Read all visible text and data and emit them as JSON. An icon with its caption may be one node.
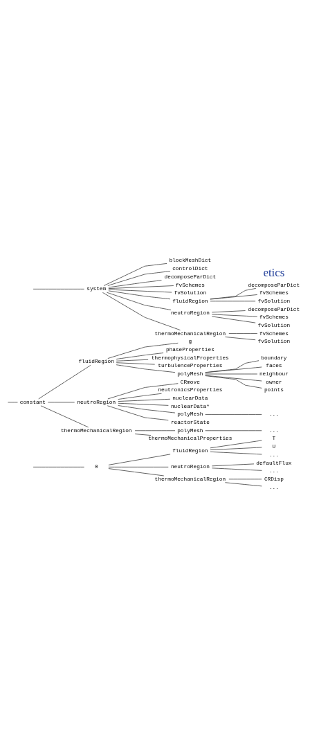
{
  "diagram": {
    "nodes": [
      {
        "text": [
          "0"
        ]
      },
      {
        "text": [
          "fluidRegion"
        ]
      },
      {
        "text": [
          "T"
        ]
      },
      {
        "text": [
          "U"
        ]
      },
      {
        "text": [
          "..."
        ]
      },
      {
        "text": [
          "neutroRegion"
        ]
      },
      {
        "text": [
          "defaultFlux"
        ]
      },
      {
        "text": [
          "..."
        ]
      },
      {
        "text": [
          "thermoMechanicalRegion"
        ]
      },
      {
        "text": [
          "CRDisp"
        ]
      },
      {
        "text": [
          "..."
        ]
      },
      {
        "text": [
          "constant"
        ]
      },
      {
        "text": [
          "fluidRegion"
        ]
      },
      {
        "text": [
          "g"
        ]
      },
      {
        "text": [
          "phaseProperties"
        ]
      },
      {
        "text": [
          "thermophysicalProperties"
        ]
      },
      {
        "text": [
          "turbulenceProperties"
        ]
      },
      {
        "text": [
          "polyMesh"
        ]
      },
      {
        "text": [
          "boundary"
        ]
      },
      {
        "text": [
          "faces"
        ]
      },
      {
        "text": [
          "neighbour"
        ]
      },
      {
        "text": [
          "owner"
        ]
      },
      {
        "text": [
          "points"
        ]
      },
      {
        "text": [
          "neutroRegion"
        ]
      },
      {
        "text": [
          "CRmove"
        ]
      },
      {
        "text": [
          "neutronicsProperties"
        ]
      },
      {
        "text": [
          "nuclearData"
        ]
      },
      {
        "text": [
          "nuclearData*"
        ]
      },
      {
        "text": [
          "polyMesh"
        ]
      },
      {
        "text": [
          "..."
        ]
      },
      {
        "text": [
          "reactorState"
        ]
      },
      {
        "text": [
          "thermoMechanicalRegion"
        ]
      },
      {
        "text": [
          "polyMesh"
        ]
      },
      {
        "text": [
          "..."
        ]
      },
      {
        "text": [
          "thermoMechanicalProperties"
        ]
      },
      {
        "text": [
          "system"
        ]
      },
      {
        "text": [
          "blockMeshDict"
        ]
      },
      {
        "text": [
          "controlDict"
        ]
      },
      {
        "text": [
          "decomposeParDict"
        ]
      },
      {
        "text": [
          "fvSchemes"
        ]
      },
      {
        "text": [
          "fvSolution"
        ]
      },
      {
        "text": [
          "fluidRegion"
        ]
      },
      {
        "text": [
          "decomposeParDict"
        ]
      },
      {
        "text": [
          "fvSchemes"
        ]
      },
      {
        "text": [
          "fvSolution"
        ]
      },
      {
        "text": [
          "neutroRegion"
        ]
      },
      {
        "text": [
          "decomposeParDict"
        ]
      },
      {
        "text": [
          "fvSchemes"
        ]
      },
      {
        "text": [
          "fvSolution"
        ]
      },
      {
        "text": [
          "thermoMechanicalRegion"
        ]
      },
      {
        "text": [
          "fvSchemes"
        ]
      },
      {
        "text": [
          "fvSolution"
        ]
      }
    ],
    "edges": [
      {
        "from": null,
        "to": 0,
        "arrow": "none"
      },
      {
        "from": 0,
        "to": 1,
        "arrow": "none"
      },
      {
        "from": 1,
        "to": 2,
        "arrow": "none"
      },
      {
        "from": 1,
        "to": 3,
        "arrow": "none"
      },
      {
        "from": 1,
        "to": 4,
        "arrow": "none"
      },
      {
        "from": 0,
        "to": 5,
        "arrow": "none"
      },
      {
        "from": 5,
        "to": 6,
        "arrow": "none"
      },
      {
        "from": 5,
        "to": 7,
        "arrow": "none"
      },
      {
        "from": 0,
        "to": 8,
        "arrow": "none"
      },
      {
        "from": 8,
        "to": 9,
        "arrow": "none"
      },
      {
        "from": 8,
        "to": 10,
        "arrow": "none"
      },
      {
        "from": null,
        "to": 11,
        "arrow": "none"
      },
      {
        "from": 11,
        "to": 12,
        "arrow": "none"
      },
      {
        "from": 12,
        "to": 13,
        "arrow": "none"
      },
      {
        "from": 12,
        "to": 14,
        "arrow": "none"
      },
      {
        "from": 12,
        "to": 15,
        "arrow": "none"
      },
      {
        "from": 12,
        "to": 16,
        "arrow": "none"
      },
      {
        "from": 12,
        "to": 17,
        "arrow": "none"
      },
      {
        "from": 17,
        "to": 18,
        "arrow": "none"
      },
      {
        "from": 17,
        "to": 19,
        "arrow": "none"
      },
      {
        "from": 17,
        "to": 20,
        "arrow": "none"
      },
      {
        "from": 17,
        "to": 21,
        "arrow": "none"
      },
      {
        "from": 17,
        "to": 22,
        "arrow": "none"
      },
      {
        "from": 11,
        "to": 23,
        "arrow": "none"
      },
      {
        "from": 23,
        "to": 24,
        "arrow": "none"
      },
      {
        "from": 23,
        "to": 25,
        "arrow": "none"
      },
      {
        "from": 23,
        "to": 26,
        "arrow": "none"
      },
      {
        "from": 23,
        "to": 27,
        "arrow": "none"
      },
      {
        "from": 23,
        "to": 28,
        "arrow": "none"
      },
      {
        "from": 28,
        "to": 29,
        "arrow": "none"
      },
      {
        "from": 23,
        "to": 30,
        "arrow": "none"
      },
      {
        "from": 11,
        "to": 31,
        "arrow": "none"
      },
      {
        "from": 31,
        "to": 32,
        "arrow": "none"
      },
      {
        "from": 32,
        "to": 33,
        "arrow": "none"
      },
      {
        "from": 31,
        "to": 34,
        "arrow": "none"
      },
      {
        "from": null,
        "to": 35,
        "arrow": "none"
      },
      {
        "from": 35,
        "to": 36,
        "arrow": "none"
      },
      {
        "from": 35,
        "to": 37,
        "arrow": "none"
      },
      {
        "from": 35,
        "to": 38,
        "arrow": "none"
      },
      {
        "from": 35,
        "to": 39,
        "arrow": "none"
      },
      {
        "from": 35,
        "to": 40,
        "arrow": "none"
      },
      {
        "from": 35,
        "to": 41,
        "arrow": "none"
      },
      {
        "from": 41,
        "to": 42,
        "arrow": "none"
      },
      {
        "from": 41,
        "to": 43,
        "arrow": "none"
      },
      {
        "from": 41,
        "to": 44,
        "arrow": "none"
      },
      {
        "from": 35,
        "to": 45,
        "arrow": "none"
      },
      {
        "from": 45,
        "to": 46,
        "arrow": "none"
      },
      {
        "from": 45,
        "to": 47,
        "arrow": "none"
      },
      {
        "from": 45,
        "to": 48,
        "arrow": "none"
      },
      {
        "from": 35,
        "to": 49,
        "arrow": "none"
      },
      {
        "from": 49,
        "to": 50,
        "arrow": "none"
      },
      {
        "from": 49,
        "to": 51,
        "arrow": "none"
      }
    ],
    "labels": [
      "etics"
    ]
  }
}
